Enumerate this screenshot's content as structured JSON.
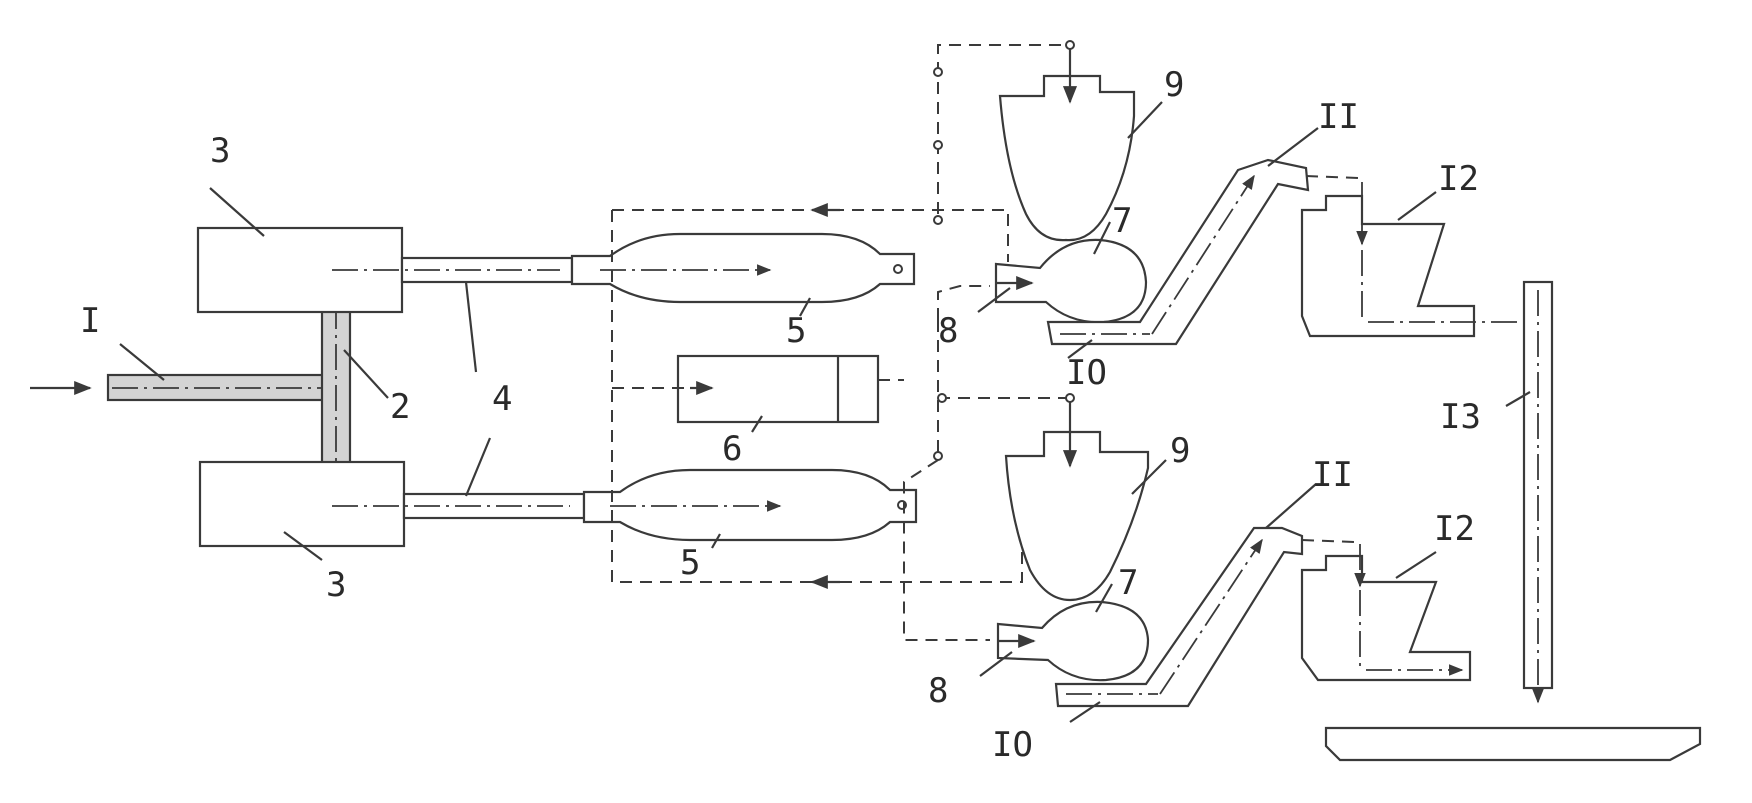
{
  "labels": {
    "feed_conveyor": "I",
    "distributor": "2",
    "engine_top": "3",
    "engine_bottom": "3",
    "shaft": "4",
    "gearbox_top": "5",
    "gearbox_bottom": "5",
    "control_unit": "6",
    "drum_top": "7",
    "drum_bottom": "7",
    "feeder_top": "8",
    "feeder_bottom": "8",
    "hopper_top": "9",
    "hopper_bottom": "9",
    "chute_top": "IO",
    "chute_bottom": "IO",
    "elevator_top": "II",
    "elevator_bottom": "II",
    "bin_top": "I2",
    "bin_bottom": "I2",
    "collector": "I3"
  }
}
